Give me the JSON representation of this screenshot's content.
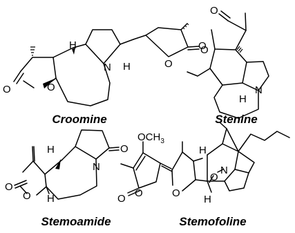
{
  "structures": [
    {
      "name": "Croomine",
      "atoms": {
        "ring_o_left": "O",
        "carbonyl_o_left": "O",
        "h_top": "H",
        "n": "N",
        "h_right": "H",
        "ring_o_right": "O",
        "carbonyl_o_right": "O"
      }
    },
    {
      "name": "Stenine",
      "atoms": {
        "carbonyl_o": "O",
        "ring_o": "O",
        "n": "N",
        "h": "H"
      }
    },
    {
      "name": "Stemoamide",
      "atoms": {
        "h_top": "H",
        "n": "N",
        "carbonyl_o_right": "O",
        "carbonyl_o_left": "O",
        "ring_o": "O",
        "h_bottom": "H"
      }
    },
    {
      "name": "Stemofoline",
      "atoms": {
        "methoxy_o": "OCH",
        "methoxy_sub": "3",
        "carbonyl_o": "O",
        "ring_o_left": "O",
        "ring_o_right": "O",
        "h_top": "H",
        "n": "N",
        "bridge_o": "O",
        "h_bottom": "H"
      }
    }
  ]
}
